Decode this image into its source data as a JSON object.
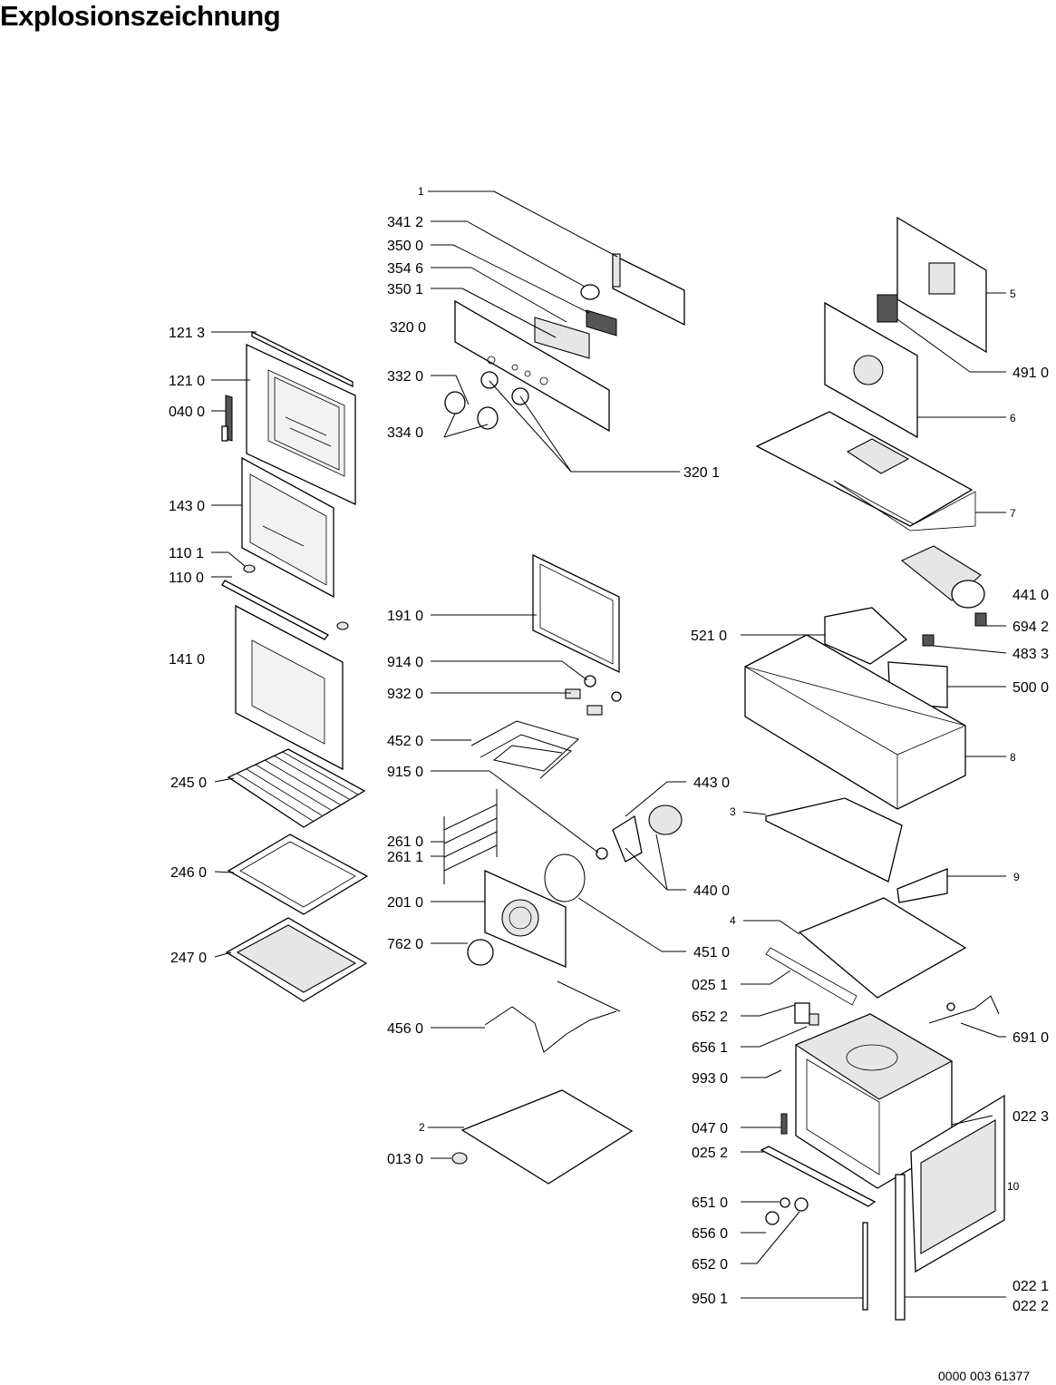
{
  "title": "Explosionszeichnung",
  "footer": "0000 003 61377",
  "labels": {
    "l_1": "1",
    "l_3412": "341 2",
    "l_3500": "350 0",
    "l_3546": "354 6",
    "l_3501": "350 1",
    "l_3200": "320 0",
    "l_3320": "332 0",
    "l_3340": "334 0",
    "l_3201": "320 1",
    "l_1213": "121 3",
    "l_1210": "121 0",
    "l_0400": "040 0",
    "l_1430": "143 0",
    "l_1101": "110 1",
    "l_1100": "110 0",
    "l_1410": "141 0",
    "l_2450": "245 0",
    "l_2460": "246 0",
    "l_2470": "247 0",
    "l_1910": "191 0",
    "l_9140": "914 0",
    "l_9320": "932 0",
    "l_4520": "452 0",
    "l_9150": "915 0",
    "l_2610": "261 0",
    "l_2611": "261 1",
    "l_2010": "201 0",
    "l_7620": "762 0",
    "l_4560": "456 0",
    "l_2": "2",
    "l_0130": "013 0",
    "l_4430": "443 0",
    "l_4400": "440 0",
    "l_4510": "451 0",
    "l_0251": "025 1",
    "l_6522": "652 2",
    "l_6561": "656 1",
    "l_9930": "993 0",
    "l_0470": "047 0",
    "l_0252": "025 2",
    "l_6510": "651 0",
    "l_6560": "656 0",
    "l_6520": "652 0",
    "l_9501": "950 1",
    "l_5": "5",
    "l_4910": "491 0",
    "l_6": "6",
    "l_7": "7",
    "l_4410": "441 0",
    "l_6942": "694 2",
    "l_5210": "521 0",
    "l_4833": "483 3",
    "l_5000": "500 0",
    "l_8": "8",
    "l_3": "3",
    "l_9": "9",
    "l_4": "4",
    "l_6910": "691 0",
    "l_0223": "022 3",
    "l_10": "10",
    "l_0221": "022 1",
    "l_0222": "022 2"
  }
}
